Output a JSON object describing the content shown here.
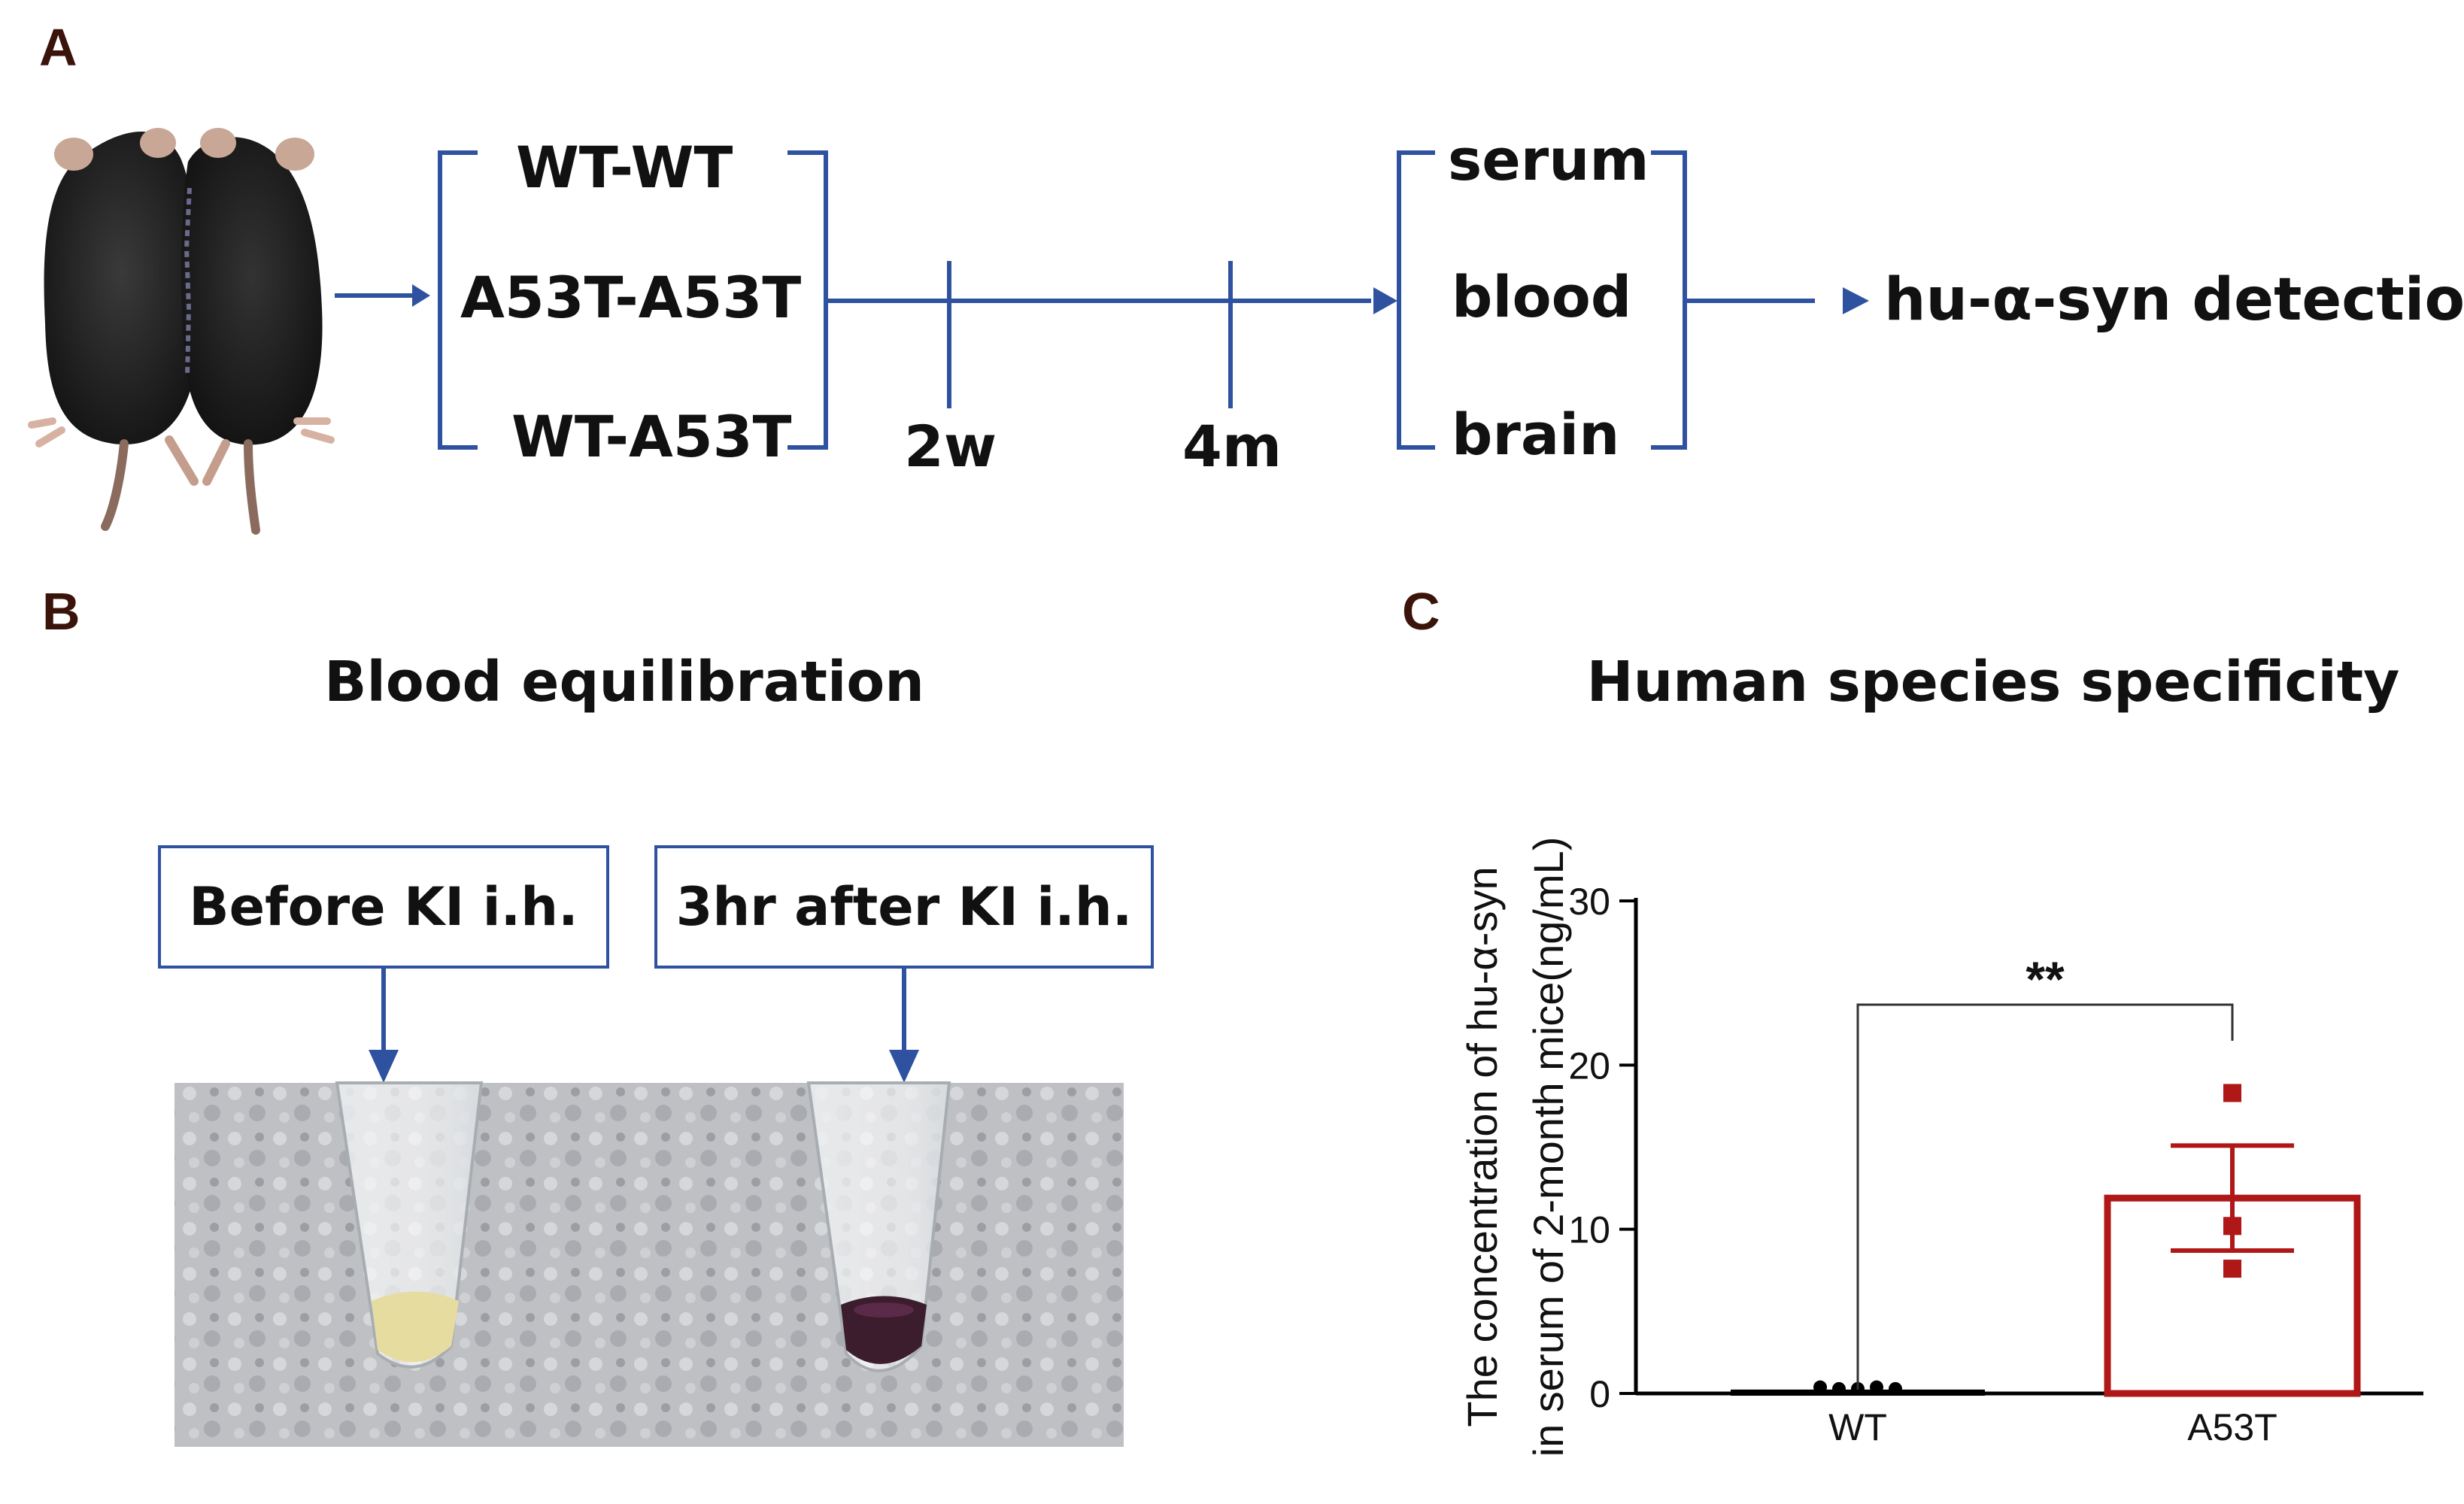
{
  "panels": {
    "a": {
      "letter": "A"
    },
    "b": {
      "letter": "B",
      "title": "Blood equilibration"
    },
    "c": {
      "letter": "C",
      "title": "Human species specificity"
    }
  },
  "flow": {
    "groups": [
      "WT-WT",
      "A53T-A53T",
      "WT-A53T"
    ],
    "timepoints": [
      "2w",
      "4m"
    ],
    "samples": [
      "serum",
      "blood",
      "brain"
    ],
    "result": "hu-α-syn detection",
    "accent_color": "#2f52a0"
  },
  "photo_labels": {
    "before": "Before KI i.h.",
    "after": "3hr after KI i.h."
  },
  "chart_data": {
    "type": "bar",
    "title": "Human species specificity",
    "ylabel_lines": [
      "The concentration of hu-α-syn",
      "in serum of 2-month mice(ng/mL)"
    ],
    "categories": [
      "WT",
      "A53T"
    ],
    "values": [
      0.1,
      11.9
    ],
    "errors": [
      0.05,
      3.2
    ],
    "points": [
      [
        0.2,
        0.1,
        0.1,
        0.2,
        0.1
      ],
      [
        18.3,
        10.2,
        7.6
      ]
    ],
    "colors": [
      "#000000",
      "#b01717"
    ],
    "ylim": [
      0,
      30
    ],
    "yticks": [
      0,
      10,
      20,
      30
    ],
    "significance": "**"
  }
}
